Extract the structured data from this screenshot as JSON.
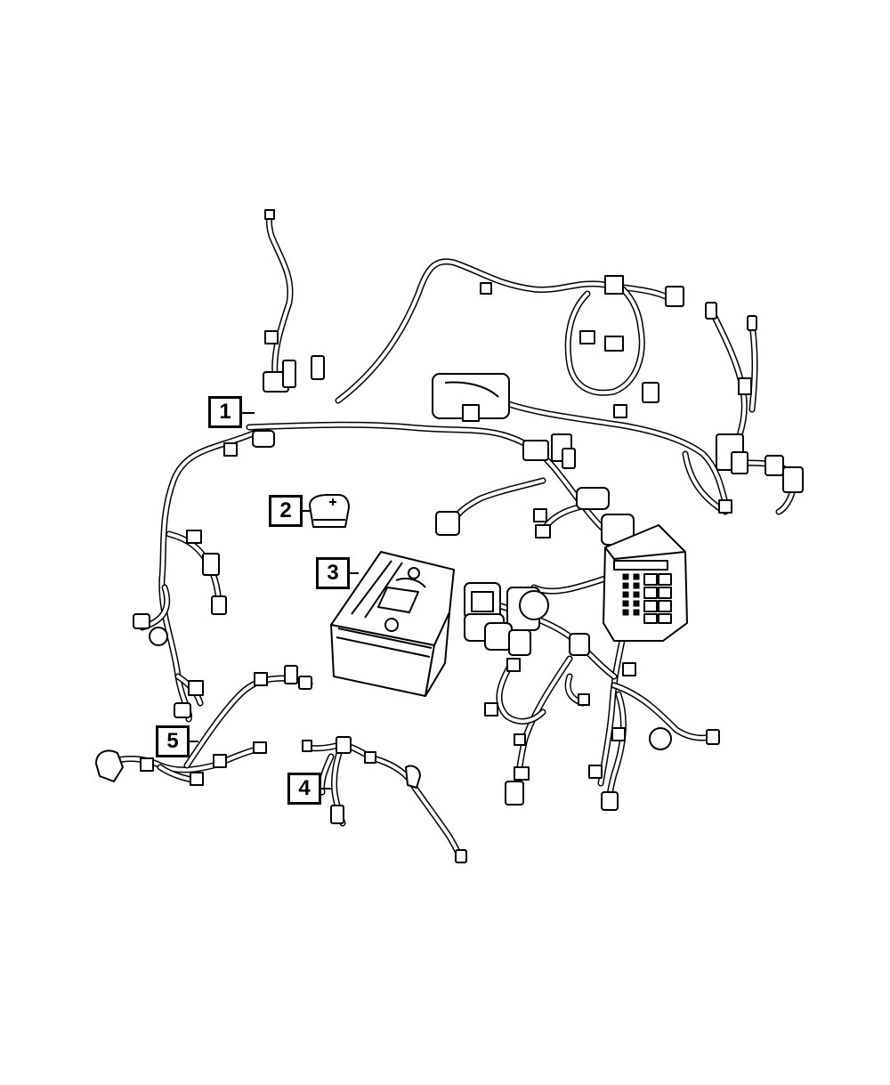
{
  "callouts": [
    {
      "id": "callout-1",
      "label": "1"
    },
    {
      "id": "callout-2",
      "label": "2"
    },
    {
      "id": "callout-3",
      "label": "3"
    },
    {
      "id": "callout-4",
      "label": "4"
    },
    {
      "id": "callout-5",
      "label": "5"
    }
  ]
}
